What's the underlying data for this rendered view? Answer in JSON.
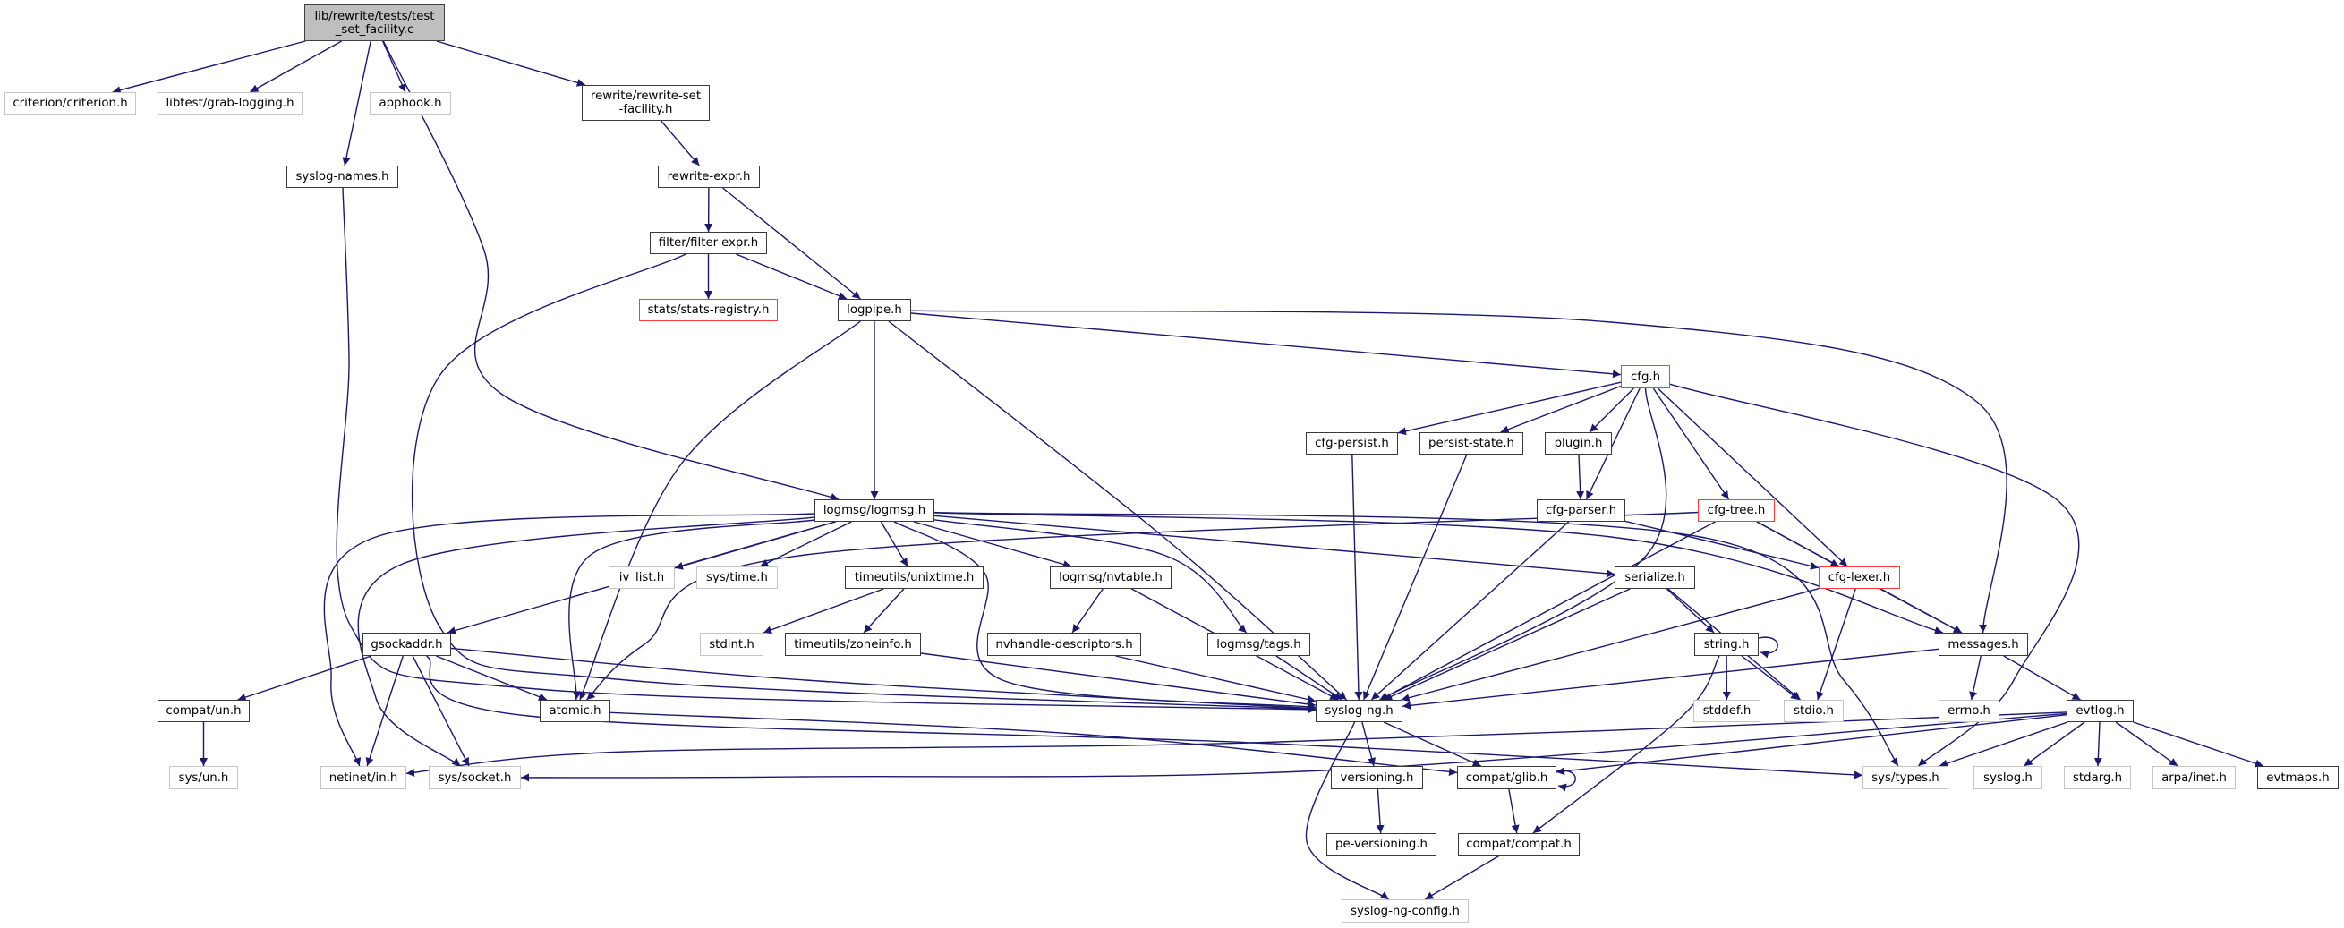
{
  "graph": {
    "title": "lib/rewrite/tests/test_set_facility.c include dependency graph",
    "colors": {
      "edge": "#191970",
      "root_fill": "#bfbfbf",
      "node_border": "#3a3a3a",
      "external_border": "#c6c6c6",
      "truncated_border": "#ff3b3b"
    },
    "nodes": [
      {
        "id": "root",
        "label": "lib/rewrite/tests/test\n_set_facility.c",
        "kind": "root"
      },
      {
        "id": "criterion",
        "label": "criterion/criterion.h",
        "kind": "ext"
      },
      {
        "id": "grablogging",
        "label": "libtest/grab-logging.h",
        "kind": "ext"
      },
      {
        "id": "apphook",
        "label": "apphook.h",
        "kind": "ext"
      },
      {
        "id": "rsf",
        "label": "rewrite/rewrite-set\n-facility.h",
        "kind": "normal"
      },
      {
        "id": "syslognames",
        "label": "syslog-names.h",
        "kind": "normal"
      },
      {
        "id": "rewriteexpr",
        "label": "rewrite-expr.h",
        "kind": "normal"
      },
      {
        "id": "filterexpr",
        "label": "filter/filter-expr.h",
        "kind": "normal"
      },
      {
        "id": "statsreg",
        "label": "stats/stats-registry.h",
        "kind": "red"
      },
      {
        "id": "logpipe",
        "label": "logpipe.h",
        "kind": "normal"
      },
      {
        "id": "cfg",
        "label": "cfg.h",
        "kind": "red"
      },
      {
        "id": "cfgpersist",
        "label": "cfg-persist.h",
        "kind": "normal"
      },
      {
        "id": "persiststate",
        "label": "persist-state.h",
        "kind": "normal"
      },
      {
        "id": "plugin",
        "label": "plugin.h",
        "kind": "normal"
      },
      {
        "id": "logmsg",
        "label": "logmsg/logmsg.h",
        "kind": "normal"
      },
      {
        "id": "cfgparser",
        "label": "cfg-parser.h",
        "kind": "normal"
      },
      {
        "id": "cfgtree",
        "label": "cfg-tree.h",
        "kind": "red"
      },
      {
        "id": "ivlist",
        "label": "iv_list.h",
        "kind": "ext"
      },
      {
        "id": "systime",
        "label": "sys/time.h",
        "kind": "ext"
      },
      {
        "id": "unixtime",
        "label": "timeutils/unixtime.h",
        "kind": "normal"
      },
      {
        "id": "nvtable",
        "label": "logmsg/nvtable.h",
        "kind": "normal"
      },
      {
        "id": "serialize",
        "label": "serialize.h",
        "kind": "normal"
      },
      {
        "id": "cfglexer",
        "label": "cfg-lexer.h",
        "kind": "red"
      },
      {
        "id": "gsockaddr",
        "label": "gsockaddr.h",
        "kind": "normal"
      },
      {
        "id": "stdint",
        "label": "stdint.h",
        "kind": "ext"
      },
      {
        "id": "zoneinfo",
        "label": "timeutils/zoneinfo.h",
        "kind": "normal"
      },
      {
        "id": "nvhandle",
        "label": "nvhandle-descriptors.h",
        "kind": "normal"
      },
      {
        "id": "tags",
        "label": "logmsg/tags.h",
        "kind": "normal"
      },
      {
        "id": "string",
        "label": "string.h",
        "kind": "normal"
      },
      {
        "id": "messages",
        "label": "messages.h",
        "kind": "normal"
      },
      {
        "id": "compatun",
        "label": "compat/un.h",
        "kind": "normal"
      },
      {
        "id": "atomic",
        "label": "atomic.h",
        "kind": "normal"
      },
      {
        "id": "syslogng",
        "label": "syslog-ng.h",
        "kind": "normal"
      },
      {
        "id": "stddef",
        "label": "stddef.h",
        "kind": "ext"
      },
      {
        "id": "stdio",
        "label": "stdio.h",
        "kind": "ext"
      },
      {
        "id": "errno",
        "label": "errno.h",
        "kind": "ext"
      },
      {
        "id": "evtlog",
        "label": "evtlog.h",
        "kind": "normal"
      },
      {
        "id": "sysun",
        "label": "sys/un.h",
        "kind": "ext"
      },
      {
        "id": "netinet",
        "label": "netinet/in.h",
        "kind": "ext"
      },
      {
        "id": "syssocket",
        "label": "sys/socket.h",
        "kind": "ext"
      },
      {
        "id": "versioning",
        "label": "versioning.h",
        "kind": "normal"
      },
      {
        "id": "compatglib",
        "label": "compat/glib.h",
        "kind": "normal"
      },
      {
        "id": "systypes",
        "label": "sys/types.h",
        "kind": "ext"
      },
      {
        "id": "syslogh",
        "label": "syslog.h",
        "kind": "ext"
      },
      {
        "id": "stdarg",
        "label": "stdarg.h",
        "kind": "ext"
      },
      {
        "id": "arpainet",
        "label": "arpa/inet.h",
        "kind": "ext"
      },
      {
        "id": "evtmaps",
        "label": "evtmaps.h",
        "kind": "normal"
      },
      {
        "id": "peversioning",
        "label": "pe-versioning.h",
        "kind": "normal"
      },
      {
        "id": "compatcompat",
        "label": "compat/compat.h",
        "kind": "normal"
      },
      {
        "id": "syslogngconfig",
        "label": "syslog-ng-config.h",
        "kind": "ext"
      }
    ],
    "edges": [
      [
        "root",
        "criterion"
      ],
      [
        "root",
        "grablogging"
      ],
      [
        "root",
        "apphook"
      ],
      [
        "root",
        "syslognames"
      ],
      [
        "root",
        "logmsg"
      ],
      [
        "root",
        "rsf"
      ],
      [
        "syslognames",
        "syslogng"
      ],
      [
        "rsf",
        "rewriteexpr"
      ],
      [
        "rewriteexpr",
        "filterexpr"
      ],
      [
        "rewriteexpr",
        "logpipe"
      ],
      [
        "filterexpr",
        "statsreg"
      ],
      [
        "filterexpr",
        "logpipe"
      ],
      [
        "filterexpr",
        "syslogng"
      ],
      [
        "logpipe",
        "logmsg"
      ],
      [
        "logpipe",
        "atomic"
      ],
      [
        "logpipe",
        "syslogng"
      ],
      [
        "logpipe",
        "cfg"
      ],
      [
        "logpipe",
        "messages"
      ],
      [
        "cfg",
        "cfgpersist"
      ],
      [
        "cfg",
        "persiststate"
      ],
      [
        "cfg",
        "plugin"
      ],
      [
        "cfg",
        "cfgparser"
      ],
      [
        "cfg",
        "cfgtree"
      ],
      [
        "cfg",
        "cfglexer"
      ],
      [
        "cfg",
        "syslogng"
      ],
      [
        "cfg",
        "systypes"
      ],
      [
        "cfgpersist",
        "syslogng"
      ],
      [
        "persiststate",
        "syslogng"
      ],
      [
        "plugin",
        "cfgparser"
      ],
      [
        "cfgparser",
        "syslogng"
      ],
      [
        "cfgparser",
        "cfglexer"
      ],
      [
        "cfgtree",
        "cfglexer"
      ],
      [
        "cfgtree",
        "messages"
      ],
      [
        "cfgtree",
        "atomic"
      ],
      [
        "cfgtree",
        "syslogng"
      ],
      [
        "cfglexer",
        "messages"
      ],
      [
        "cfglexer",
        "stdio"
      ],
      [
        "cfglexer",
        "syslogng"
      ],
      [
        "logmsg",
        "ivlist"
      ],
      [
        "logmsg",
        "systime"
      ],
      [
        "logmsg",
        "unixtime"
      ],
      [
        "logmsg",
        "nvtable"
      ],
      [
        "logmsg",
        "tags"
      ],
      [
        "logmsg",
        "serialize"
      ],
      [
        "logmsg",
        "gsockaddr"
      ],
      [
        "logmsg",
        "atomic"
      ],
      [
        "logmsg",
        "syslogng"
      ],
      [
        "logmsg",
        "netinet"
      ],
      [
        "logmsg",
        "syssocket"
      ],
      [
        "logmsg",
        "messages"
      ],
      [
        "logmsg",
        "systypes"
      ],
      [
        "unixtime",
        "stdint"
      ],
      [
        "unixtime",
        "zoneinfo"
      ],
      [
        "zoneinfo",
        "syslogng"
      ],
      [
        "nvtable",
        "nvhandle"
      ],
      [
        "nvtable",
        "syslogng"
      ],
      [
        "nvhandle",
        "syslogng"
      ],
      [
        "tags",
        "syslogng"
      ],
      [
        "serialize",
        "string"
      ],
      [
        "serialize",
        "stdio"
      ],
      [
        "serialize",
        "syslogng"
      ],
      [
        "string",
        "string"
      ],
      [
        "string",
        "stddef"
      ],
      [
        "string",
        "stdio"
      ],
      [
        "string",
        "compatcompat"
      ],
      [
        "messages",
        "syslogng"
      ],
      [
        "messages",
        "errno"
      ],
      [
        "messages",
        "evtlog"
      ],
      [
        "evtlog",
        "systypes"
      ],
      [
        "evtlog",
        "syslogh"
      ],
      [
        "evtlog",
        "stdarg"
      ],
      [
        "evtlog",
        "arpainet"
      ],
      [
        "evtlog",
        "evtmaps"
      ],
      [
        "evtlog",
        "netinet"
      ],
      [
        "evtlog",
        "syssocket"
      ],
      [
        "evtlog",
        "compatglib"
      ],
      [
        "gsockaddr",
        "compatun"
      ],
      [
        "gsockaddr",
        "netinet"
      ],
      [
        "gsockaddr",
        "syssocket"
      ],
      [
        "gsockaddr",
        "atomic"
      ],
      [
        "gsockaddr",
        "syslogng"
      ],
      [
        "gsockaddr",
        "systypes"
      ],
      [
        "compatun",
        "sysun"
      ],
      [
        "atomic",
        "compatglib"
      ],
      [
        "syslogng",
        "versioning"
      ],
      [
        "syslogng",
        "compatglib"
      ],
      [
        "syslogng",
        "syslogngconfig"
      ],
      [
        "versioning",
        "peversioning"
      ],
      [
        "compatglib",
        "compatglib"
      ],
      [
        "compatglib",
        "compatcompat"
      ],
      [
        "compatcompat",
        "syslogngconfig"
      ]
    ]
  }
}
